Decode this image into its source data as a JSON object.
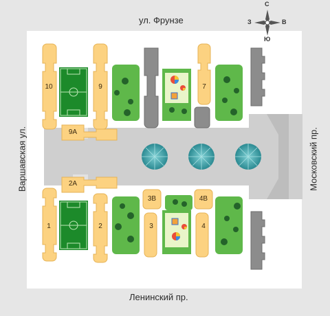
{
  "streets": {
    "top": "ул. Фрунзе",
    "bottom": "Ленинский пр.",
    "left": "Варшавская ул.",
    "right": "Московский пр."
  },
  "compass": {
    "north": "С",
    "south": "Ю",
    "west": "З",
    "east": "В"
  },
  "buildings": {
    "b10": "10",
    "b9": "9",
    "b7": "7",
    "b9a": "9А",
    "b2a": "2А",
    "b1": "1",
    "b2": "2",
    "b3": "3",
    "b3b": "3В",
    "b4": "4",
    "b4b": "4В"
  },
  "colors": {
    "ground": "#e6e6e6",
    "block": "#ffffff",
    "plaza": "#cfcfcf",
    "building": "#fcd281",
    "building_outline": "#e6b356",
    "gray_building": "#8c8c8c",
    "grass": "#5fb84a",
    "field": "#1c8a2a",
    "fountain": "#3a9aa0"
  }
}
